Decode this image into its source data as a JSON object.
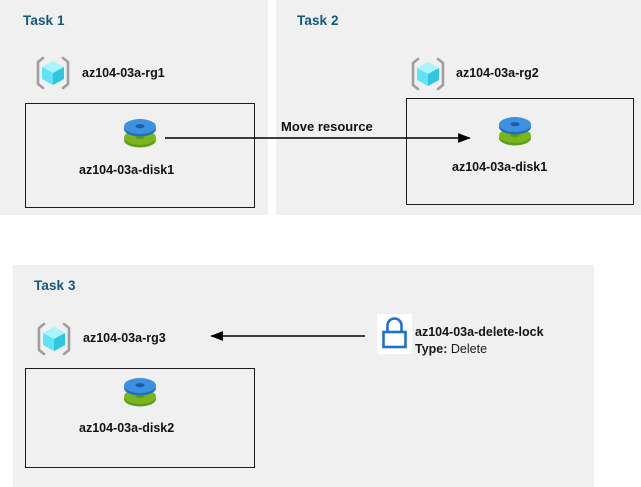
{
  "diagram": {
    "title": "Azure resource group tasks diagram",
    "background_color": "#ffffff",
    "panel_color": "#f0f0f0",
    "task_label_color": "#11577f",
    "accent_blue": "#1f6fd0",
    "disk_top_color": "#3d91e0",
    "disk_bottom_color": "#7ab51d",
    "cube_color": "#6fe6f5",
    "bracket_color": "#9e9e9e"
  },
  "panels": [
    {
      "id": "task1",
      "label": "Task 1",
      "resource_group": "az104-03a-rg1",
      "resource": "az104-03a-disk1",
      "rg_icon": "resource-group-icon",
      "resource_icon": "managed-disk-icon"
    },
    {
      "id": "task2",
      "label": "Task 2",
      "resource_group": "az104-03a-rg2",
      "resource": "az104-03a-disk1",
      "rg_icon": "resource-group-icon",
      "resource_icon": "managed-disk-icon"
    },
    {
      "id": "task3",
      "label": "Task 3",
      "resource_group": "az104-03a-rg3",
      "resource": "az104-03a-disk2",
      "rg_icon": "resource-group-icon",
      "resource_icon": "managed-disk-icon",
      "lock": {
        "icon": "lock-icon",
        "name": "az104-03a-delete-lock",
        "type_label": "Type:",
        "type_value": "Delete"
      }
    }
  ],
  "connectors": [
    {
      "id": "move-resource-arrow",
      "label": "Move resource",
      "direction": "left-to-right",
      "from": "az104-03a-disk1 (Task 1)",
      "to": "az104-03a-disk1 (Task 2)"
    },
    {
      "id": "lock-applies-arrow",
      "label": "",
      "direction": "right-to-left",
      "from": "az104-03a-delete-lock",
      "to": "az104-03a-rg3"
    }
  ]
}
